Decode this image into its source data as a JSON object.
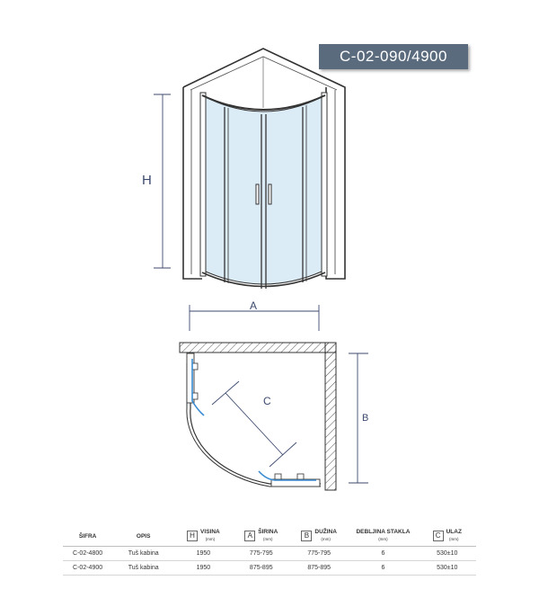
{
  "badge": {
    "code": "C-02-090/4900"
  },
  "dimensions": {
    "h": "H",
    "a": "A",
    "b": "B",
    "c": "C"
  },
  "colors": {
    "badge": "#5b6b7e",
    "glass": "#dcecf7",
    "frame": "#333333",
    "accent": "#3a8bd1",
    "dim_line": "#3c4a6e"
  },
  "table": {
    "headers": {
      "sifra": "ŠIFRA",
      "opis": "OPIS",
      "visina": {
        "box": "H",
        "label": "VISINA",
        "unit": "(mm)"
      },
      "sirina": {
        "box": "A",
        "label": "ŠIRINA",
        "unit": "(mm)"
      },
      "duzina": {
        "box": "B",
        "label": "DUŽINA",
        "unit": "(mm)"
      },
      "debljina": {
        "label": "DEBLJINA STAKLA",
        "unit": "(mm)"
      },
      "ulaz": {
        "box": "C",
        "label": "ULAZ",
        "unit": "(mm)"
      }
    },
    "rows": [
      {
        "sifra": "C-02-4800",
        "opis": "Tuš kabina",
        "visina": "1950",
        "sirina": "775-795",
        "duzina": "775-795",
        "debljina": "6",
        "ulaz": "530±10"
      },
      {
        "sifra": "C-02-4900",
        "opis": "Tuš kabina",
        "visina": "1950",
        "sirina": "875-895",
        "duzina": "875-895",
        "debljina": "6",
        "ulaz": "530±10"
      }
    ]
  }
}
